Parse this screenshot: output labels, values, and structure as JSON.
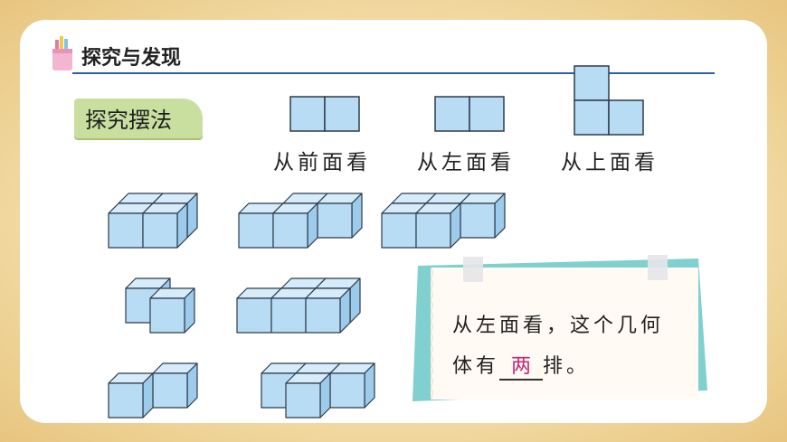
{
  "header": {
    "title": "探究与发现"
  },
  "tag": {
    "label": "探究摆法"
  },
  "views": [
    {
      "label": "从前面看"
    },
    {
      "label": "从左面看"
    },
    {
      "label": "从上面看"
    }
  ],
  "note": {
    "line1": "从左面看，这个几何",
    "line2_prefix": "体有",
    "answer": "两",
    "line2_suffix": "排。"
  },
  "colors": {
    "cube_face": "#b8dcf4",
    "cube_top": "#d6ecfa",
    "cube_side": "#9ccbec",
    "edge": "#2d3b4a",
    "answer": "#c0287a",
    "tag_bg": "#c9df9f",
    "rule": "#2f5fa8"
  },
  "icons": [
    "pencil-cup-icon"
  ]
}
